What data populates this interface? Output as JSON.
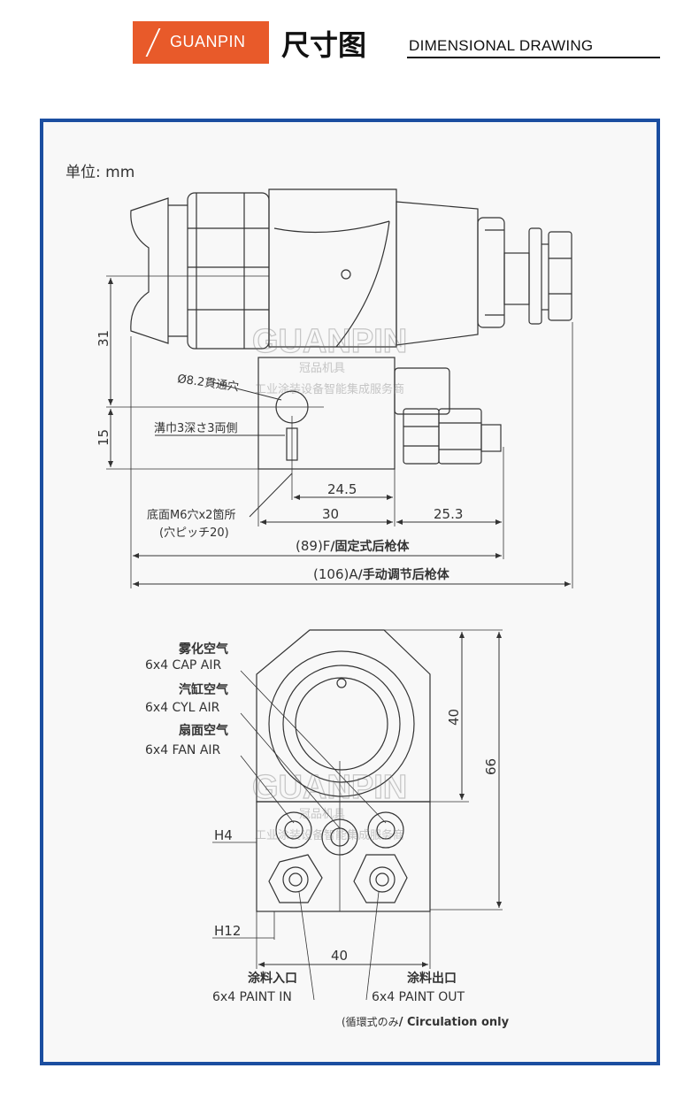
{
  "header": {
    "brand": "GUANPIN",
    "title_cn": "尺寸图",
    "title_en": "DIMENSIONAL DRAWING"
  },
  "drawing1": {
    "unit": "单位: mm",
    "dim_31": "31",
    "dim_15": "15",
    "hole_note": "Ø8.2貫通穴",
    "groove_note": "溝巾3深さ3両側",
    "dim_24_5": "24.5",
    "dim_30": "30",
    "dim_25_3": "25.3",
    "base_note": "底面M6穴x2箇所",
    "pitch_note": "(穴ピッチ20)",
    "dim_89_prefix": "(89)F",
    "dim_89_suffix": "/固定式后枪体",
    "dim_106_prefix": "(106)A",
    "dim_106_suffix": "/手动调节后枪体"
  },
  "drawing2": {
    "cap_cn": "雾化空气",
    "cap_en": "6x4 CAP AIR",
    "cyl_cn": "汽缸空气",
    "cyl_en": "6x4 CYL AIR",
    "fan_cn": "扇面空气",
    "fan_en": "6x4 FAN AIR",
    "dim_40v": "40",
    "dim_66": "66",
    "h4": "H4",
    "h12": "H12",
    "dim_40h": "40",
    "in_cn": "涂料入口",
    "in_en": "6x4 PAINT IN",
    "out_cn": "涂料出口",
    "out_en": "6x4 PAINT OUT",
    "circ_jp": "(循環式のみ",
    "circ_en": "/ Circulation only"
  },
  "watermark": {
    "logo": "GUANPIN",
    "sub1": "冠品机具",
    "sub2": "工业涂装设备智能集成服务商"
  },
  "colors": {
    "brand": "#e85a2a",
    "frame": "#1b4ea0",
    "line": "#333333"
  }
}
